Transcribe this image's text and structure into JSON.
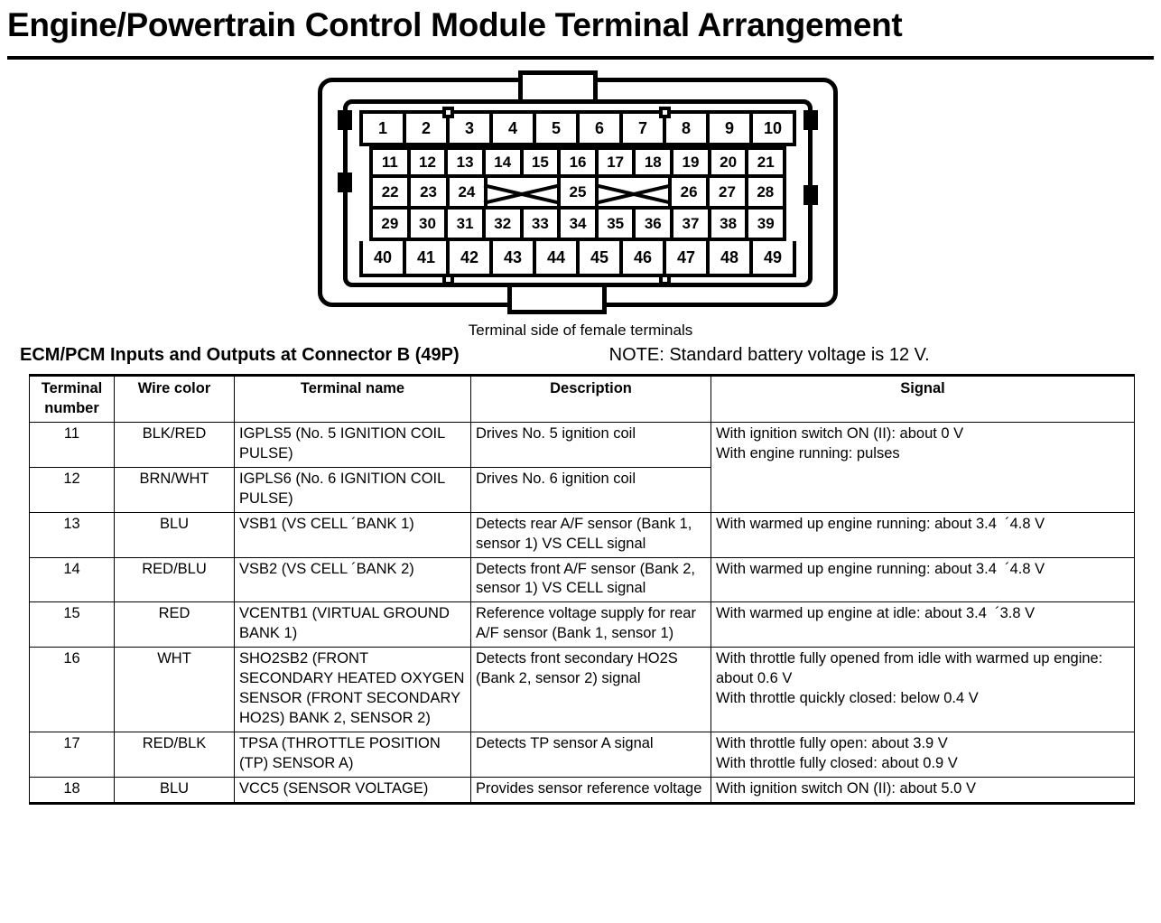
{
  "page": {
    "title": "Engine/Powertrain Control Module Terminal Arrangement"
  },
  "connector": {
    "caption": "Terminal side of female terminals",
    "rows": [
      {
        "type": "wide",
        "cells": [
          "1",
          "2",
          "3",
          "4",
          "5",
          "6",
          "7",
          "8",
          "9",
          "10"
        ]
      },
      {
        "type": "narrow",
        "cells": [
          "11",
          "12",
          "13",
          "14",
          "15",
          "16",
          "17",
          "18",
          "19",
          "20",
          "21"
        ]
      },
      {
        "type": "narrow",
        "cells": [
          "22",
          "23",
          "24",
          "X",
          "25",
          "X",
          "26",
          "27",
          "28"
        ]
      },
      {
        "type": "narrow",
        "cells": [
          "29",
          "30",
          "31",
          "32",
          "33",
          "34",
          "35",
          "36",
          "37",
          "38",
          "39"
        ]
      },
      {
        "type": "wide",
        "cells": [
          "40",
          "41",
          "42",
          "43",
          "44",
          "45",
          "46",
          "47",
          "48",
          "49"
        ]
      }
    ],
    "crossed_marker": "X"
  },
  "section": {
    "title": "ECM/PCM Inputs and Outputs at Connector B (49P)",
    "note": "NOTE: Standard battery voltage is 12 V."
  },
  "table": {
    "headers": {
      "terminal_number_line1": "Terminal",
      "terminal_number_line2": "number",
      "wire_color": "Wire color",
      "terminal_name": "Terminal name",
      "description": "Description",
      "signal": "Signal"
    },
    "rows": [
      {
        "number": "11",
        "wire_color": "BLK/RED",
        "terminal_name": "IGPLS5 (No. 5 IGNITION COIL PULSE)",
        "description": "Drives No. 5 ignition coil",
        "signal": "With ignition switch ON (II): about 0 V\nWith engine running: pulses",
        "signal_rowspan": 2
      },
      {
        "number": "12",
        "wire_color": "BRN/WHT",
        "terminal_name": "IGPLS6 (No. 6 IGNITION COIL PULSE)",
        "description": "Drives No. 6 ignition coil",
        "signal": null,
        "signal_rowspan": 0
      },
      {
        "number": "13",
        "wire_color": "BLU",
        "terminal_name": "VSB1 (VS CELL  ´BANK 1)",
        "description": "Detects rear A/F sensor (Bank 1, sensor 1) VS CELL signal",
        "signal": "With warmed up engine running: about 3.4  ´4.8 V",
        "signal_rowspan": 1
      },
      {
        "number": "14",
        "wire_color": "RED/BLU",
        "terminal_name": "VSB2 (VS CELL  ´BANK 2)",
        "description": "Detects front A/F sensor (Bank 2, sensor 1) VS CELL signal",
        "signal": "With warmed up engine running: about 3.4  ´4.8 V",
        "signal_rowspan": 1
      },
      {
        "number": "15",
        "wire_color": "RED",
        "terminal_name": "VCENTB1 (VIRTUAL GROUND BANK 1)",
        "description": "Reference voltage supply for rear A/F sensor (Bank 1, sensor 1)",
        "signal": "With warmed up engine at idle: about 3.4  ´3.8 V",
        "signal_rowspan": 1
      },
      {
        "number": "16",
        "wire_color": "WHT",
        "terminal_name": "SHO2SB2 (FRONT SECONDARY HEATED OXYGEN SENSOR (FRONT SECONDARY HO2S) BANK 2, SENSOR 2)",
        "description": "Detects front secondary HO2S (Bank 2, sensor 2) signal",
        "signal": "With throttle fully opened from idle with warmed up engine: about 0.6 V\nWith throttle quickly closed: below 0.4 V",
        "signal_rowspan": 1
      },
      {
        "number": "17",
        "wire_color": "RED/BLK",
        "terminal_name": "TPSA (THROTTLE POSITION (TP) SENSOR A)",
        "description": "Detects TP sensor A signal",
        "signal": "With throttle fully open: about 3.9 V\nWith throttle fully closed: about 0.9 V",
        "signal_rowspan": 1
      },
      {
        "number": "18",
        "wire_color": "BLU",
        "terminal_name": "VCC5 (SENSOR VOLTAGE)",
        "description": "Provides sensor reference voltage",
        "signal": "With ignition switch ON (II): about 5.0 V",
        "signal_rowspan": 1
      }
    ]
  }
}
